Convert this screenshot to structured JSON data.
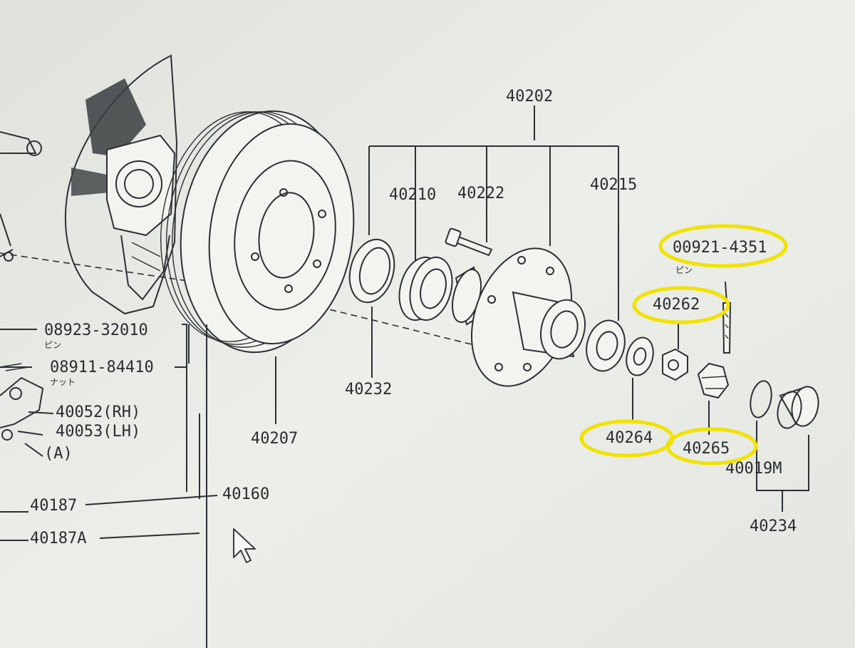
{
  "labels": {
    "assembly_40202": "40202",
    "p40210": "40210",
    "p40222": "40222",
    "p40215": "40215",
    "p40232": "40232",
    "p40207": "40207",
    "p08923": "08923-32010",
    "p08923_sub": "ピン",
    "p08911": "08911-84410",
    "p08911_sub": "ナット",
    "p40052": "40052(RH)",
    "p40053": "40053(LH)",
    "ref_a": "(A)",
    "p40160": "40160",
    "p40187": "40187",
    "p40187a": "40187A",
    "p00921": "00921-4351",
    "p00921_sub": "ピン",
    "p40262": "40262",
    "p40264": "40264",
    "p40265": "40265",
    "p40019m": "40019M",
    "p40234": "40234"
  },
  "highlighted_parts": [
    "00921-4351",
    "40262",
    "40264",
    "40265"
  ],
  "colors": {
    "highlight": "#f2e200",
    "ink": "#2c2f33",
    "paper": "#e9ebe6"
  },
  "icons": {
    "cursor": "mouse-pointer-icon"
  }
}
